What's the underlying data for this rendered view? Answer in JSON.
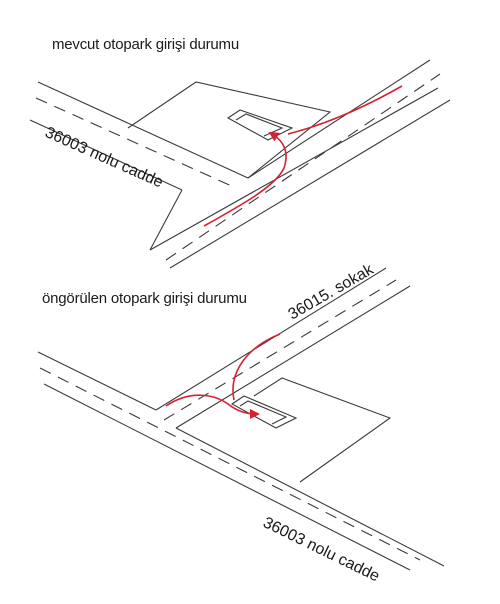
{
  "diagrams": {
    "current": {
      "title": "mevcut otopark girişi durumu",
      "street_label": "36003 nolu cadde"
    },
    "proposed": {
      "title": "öngörülen otopark girişi durumu",
      "street_label_side": "36015. sokak",
      "street_label_main": "36003 nolu cadde"
    }
  },
  "colors": {
    "arrow": "#d9202e",
    "line": "#3a3a3a"
  }
}
